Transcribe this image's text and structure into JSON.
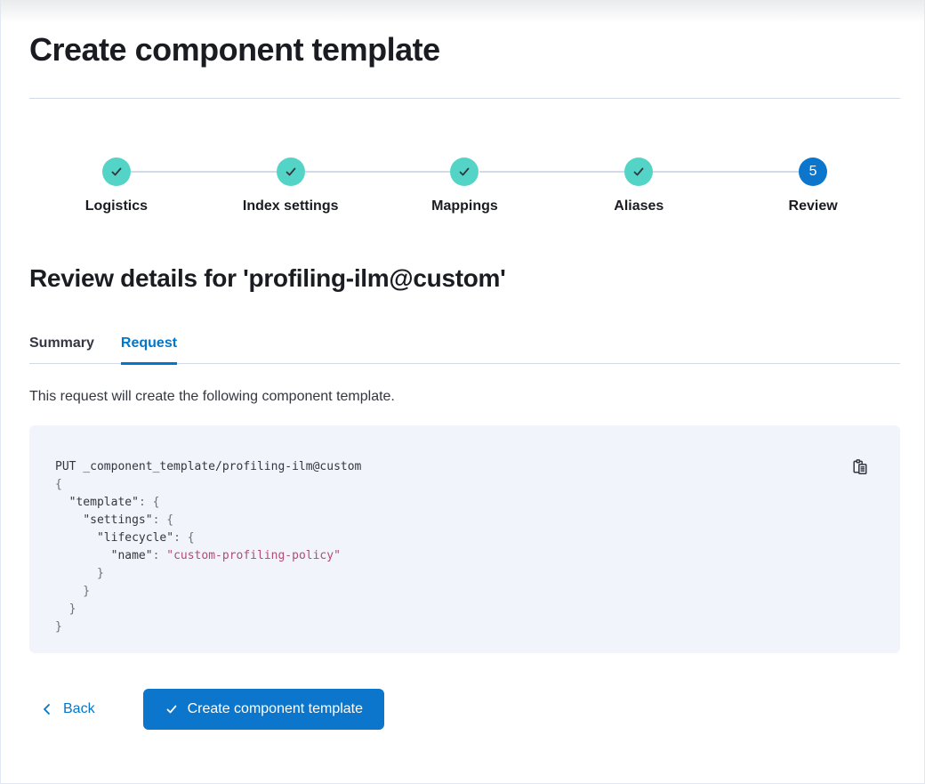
{
  "page": {
    "title": "Create component template"
  },
  "steps": {
    "items": [
      {
        "label": "Logistics",
        "status": "complete"
      },
      {
        "label": "Index settings",
        "status": "complete"
      },
      {
        "label": "Mappings",
        "status": "complete"
      },
      {
        "label": "Aliases",
        "status": "complete"
      },
      {
        "label": "Review",
        "status": "current",
        "number": "5"
      }
    ]
  },
  "review": {
    "heading": "Review details for 'profiling-ilm@custom'",
    "tabs": [
      {
        "label": "Summary",
        "selected": false
      },
      {
        "label": "Request",
        "selected": true
      }
    ],
    "description": "This request will create the following component template."
  },
  "code": {
    "copy_icon": "clipboard-icon",
    "lines": [
      [
        {
          "t": "PUT _component_template/profiling-ilm@custom",
          "c": "plain"
        }
      ],
      [
        {
          "t": "{",
          "c": "punct"
        }
      ],
      [
        {
          "t": "  ",
          "c": "plain"
        },
        {
          "t": "\"template\"",
          "c": "plain"
        },
        {
          "t": ": ",
          "c": "punct"
        },
        {
          "t": "{",
          "c": "punct"
        }
      ],
      [
        {
          "t": "    ",
          "c": "plain"
        },
        {
          "t": "\"settings\"",
          "c": "plain"
        },
        {
          "t": ": ",
          "c": "punct"
        },
        {
          "t": "{",
          "c": "punct"
        }
      ],
      [
        {
          "t": "      ",
          "c": "plain"
        },
        {
          "t": "\"lifecycle\"",
          "c": "plain"
        },
        {
          "t": ": ",
          "c": "punct"
        },
        {
          "t": "{",
          "c": "punct"
        }
      ],
      [
        {
          "t": "        ",
          "c": "plain"
        },
        {
          "t": "\"name\"",
          "c": "plain"
        },
        {
          "t": ": ",
          "c": "punct"
        },
        {
          "t": "\"custom-profiling-policy\"",
          "c": "str"
        }
      ],
      [
        {
          "t": "      }",
          "c": "punct"
        }
      ],
      [
        {
          "t": "    }",
          "c": "punct"
        }
      ],
      [
        {
          "t": "  }",
          "c": "punct"
        }
      ],
      [
        {
          "t": "}",
          "c": "punct"
        }
      ]
    ]
  },
  "footer": {
    "back_label": "Back",
    "create_label": "Create component template"
  },
  "colors": {
    "step_complete": "#54d4c6",
    "step_current": "#0b76cb",
    "primary": "#0077cc",
    "divider": "#d3dae6",
    "code_background": "#f1f4fa",
    "code_string": "#af4d77",
    "heading_text": "#1a1c21",
    "body_text": "#343741"
  }
}
